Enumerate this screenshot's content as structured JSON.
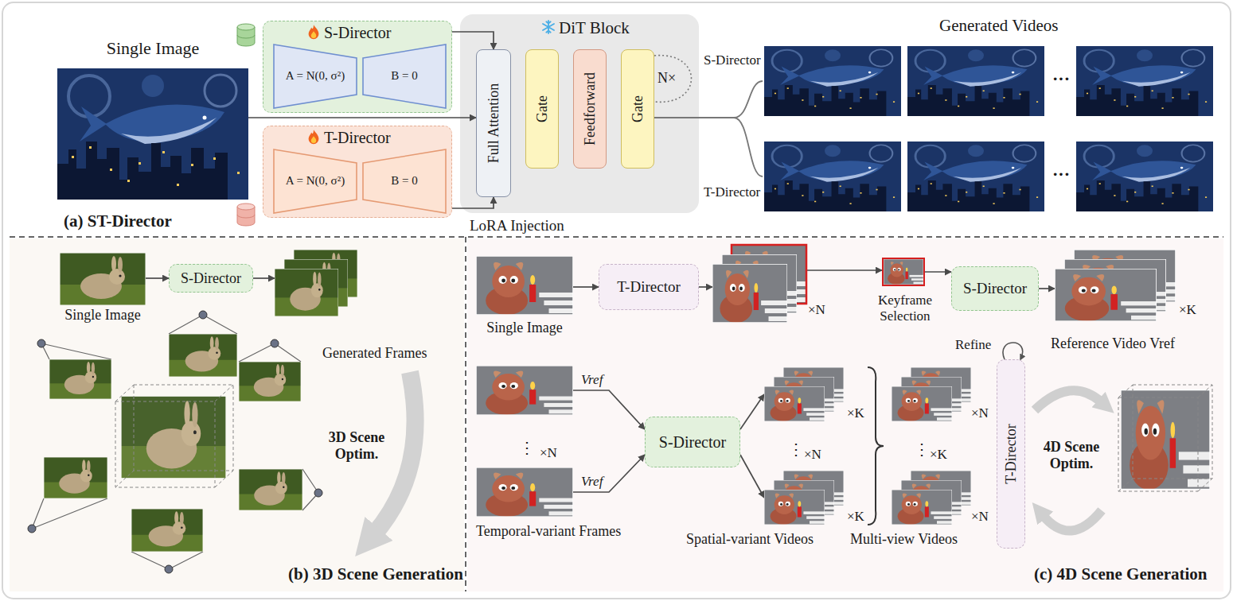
{
  "diagram": {
    "nodes": [
      {
        "text": [
          "(a) ST-Director"
        ]
      },
      {
        "text": [
          "Single Image"
        ],
        "in": 0
      },
      {
        "text": [
          "S-Director"
        ],
        "in": 0
      },
      {
        "text": [
          "A = N(0, σ²)"
        ],
        "in": 2
      },
      {
        "text": [
          "B = 0"
        ],
        "in": 2
      },
      {
        "text": [
          "T-Director"
        ],
        "in": 0
      },
      {
        "text": [
          "A = N(0, σ²)"
        ],
        "in": 5
      },
      {
        "text": [
          "B = 0"
        ],
        "in": 5
      },
      {
        "text": [
          "DiT Block"
        ],
        "in": 0
      },
      {
        "text": [
          "Full Attention"
        ],
        "in": 8
      },
      {
        "text": [
          "Gate"
        ],
        "in": 8
      },
      {
        "text": [
          "Feedforward"
        ],
        "in": 8
      },
      {
        "text": [
          "Gate"
        ],
        "in": 8
      },
      {
        "text": [
          "(b) 3D Scene Generation"
        ]
      },
      {
        "text": [
          "Single Image"
        ],
        "in": 13
      },
      {
        "text": [
          "S-Director"
        ],
        "in": 13
      },
      {
        "text": [
          "Generated Frames"
        ],
        "in": 13
      },
      {
        "text": [
          "(c) 4D Scene Generation"
        ]
      },
      {
        "text": [
          "Single Image"
        ],
        "in": 17
      },
      {
        "text": [
          "T-Director"
        ],
        "in": 17
      },
      {
        "text": [
          "×N"
        ],
        "in": 17
      },
      {
        "text": [
          "Keyframe Selection"
        ],
        "in": 17
      },
      {
        "text": [
          "S-Director"
        ],
        "in": 17
      },
      {
        "text": [
          "×K",
          "Reference Video Vref"
        ],
        "in": 17
      },
      {
        "text": [
          "×N",
          "Temporal-variant Frames"
        ],
        "in": 17
      },
      {
        "text": [
          "S-Director"
        ],
        "in": 17
      },
      {
        "text": [
          "×K",
          "×N",
          "×K",
          "Spatial-variant Videos"
        ],
        "in": 17
      },
      {
        "text": [
          "×N",
          "×K",
          "×N",
          "Multi-view Videos"
        ],
        "in": 17
      },
      {
        "text": [
          "T-Director"
        ],
        "in": 17
      }
    ],
    "edges": [
      {
        "from": 1,
        "to": 9,
        "arrow": "to"
      },
      {
        "from": 2,
        "to": 9,
        "arrow": "to"
      },
      {
        "from": 5,
        "to": 9,
        "arrow": "to"
      },
      {
        "from": 14,
        "to": 15,
        "arrow": "to"
      },
      {
        "from": 15,
        "to": 16,
        "arrow": "to"
      },
      {
        "from": 18,
        "to": 19,
        "arrow": "to"
      },
      {
        "from": 19,
        "to": 20,
        "arrow": "to"
      },
      {
        "from": 20,
        "to": 21,
        "arrow": "to"
      },
      {
        "from": 21,
        "to": 22,
        "arrow": "to"
      },
      {
        "from": 22,
        "to": 23,
        "arrow": "to"
      },
      {
        "from": 24,
        "to": 25,
        "arrow": "to",
        "label": "Vref"
      },
      {
        "from": 24,
        "to": 25,
        "arrow": "to",
        "label": "Vref"
      },
      {
        "from": 25,
        "to": 26,
        "arrow": "to"
      },
      {
        "from": 25,
        "to": 26,
        "arrow": "to"
      }
    ],
    "labels": [
      "N×",
      "LoRA Injection",
      "Generated Videos",
      "S-Director",
      "T-Director",
      "···",
      "···",
      "3D Scene Optim.",
      "⋮",
      "⋮",
      "⋮",
      "Refine",
      "4D Scene Optim."
    ]
  }
}
